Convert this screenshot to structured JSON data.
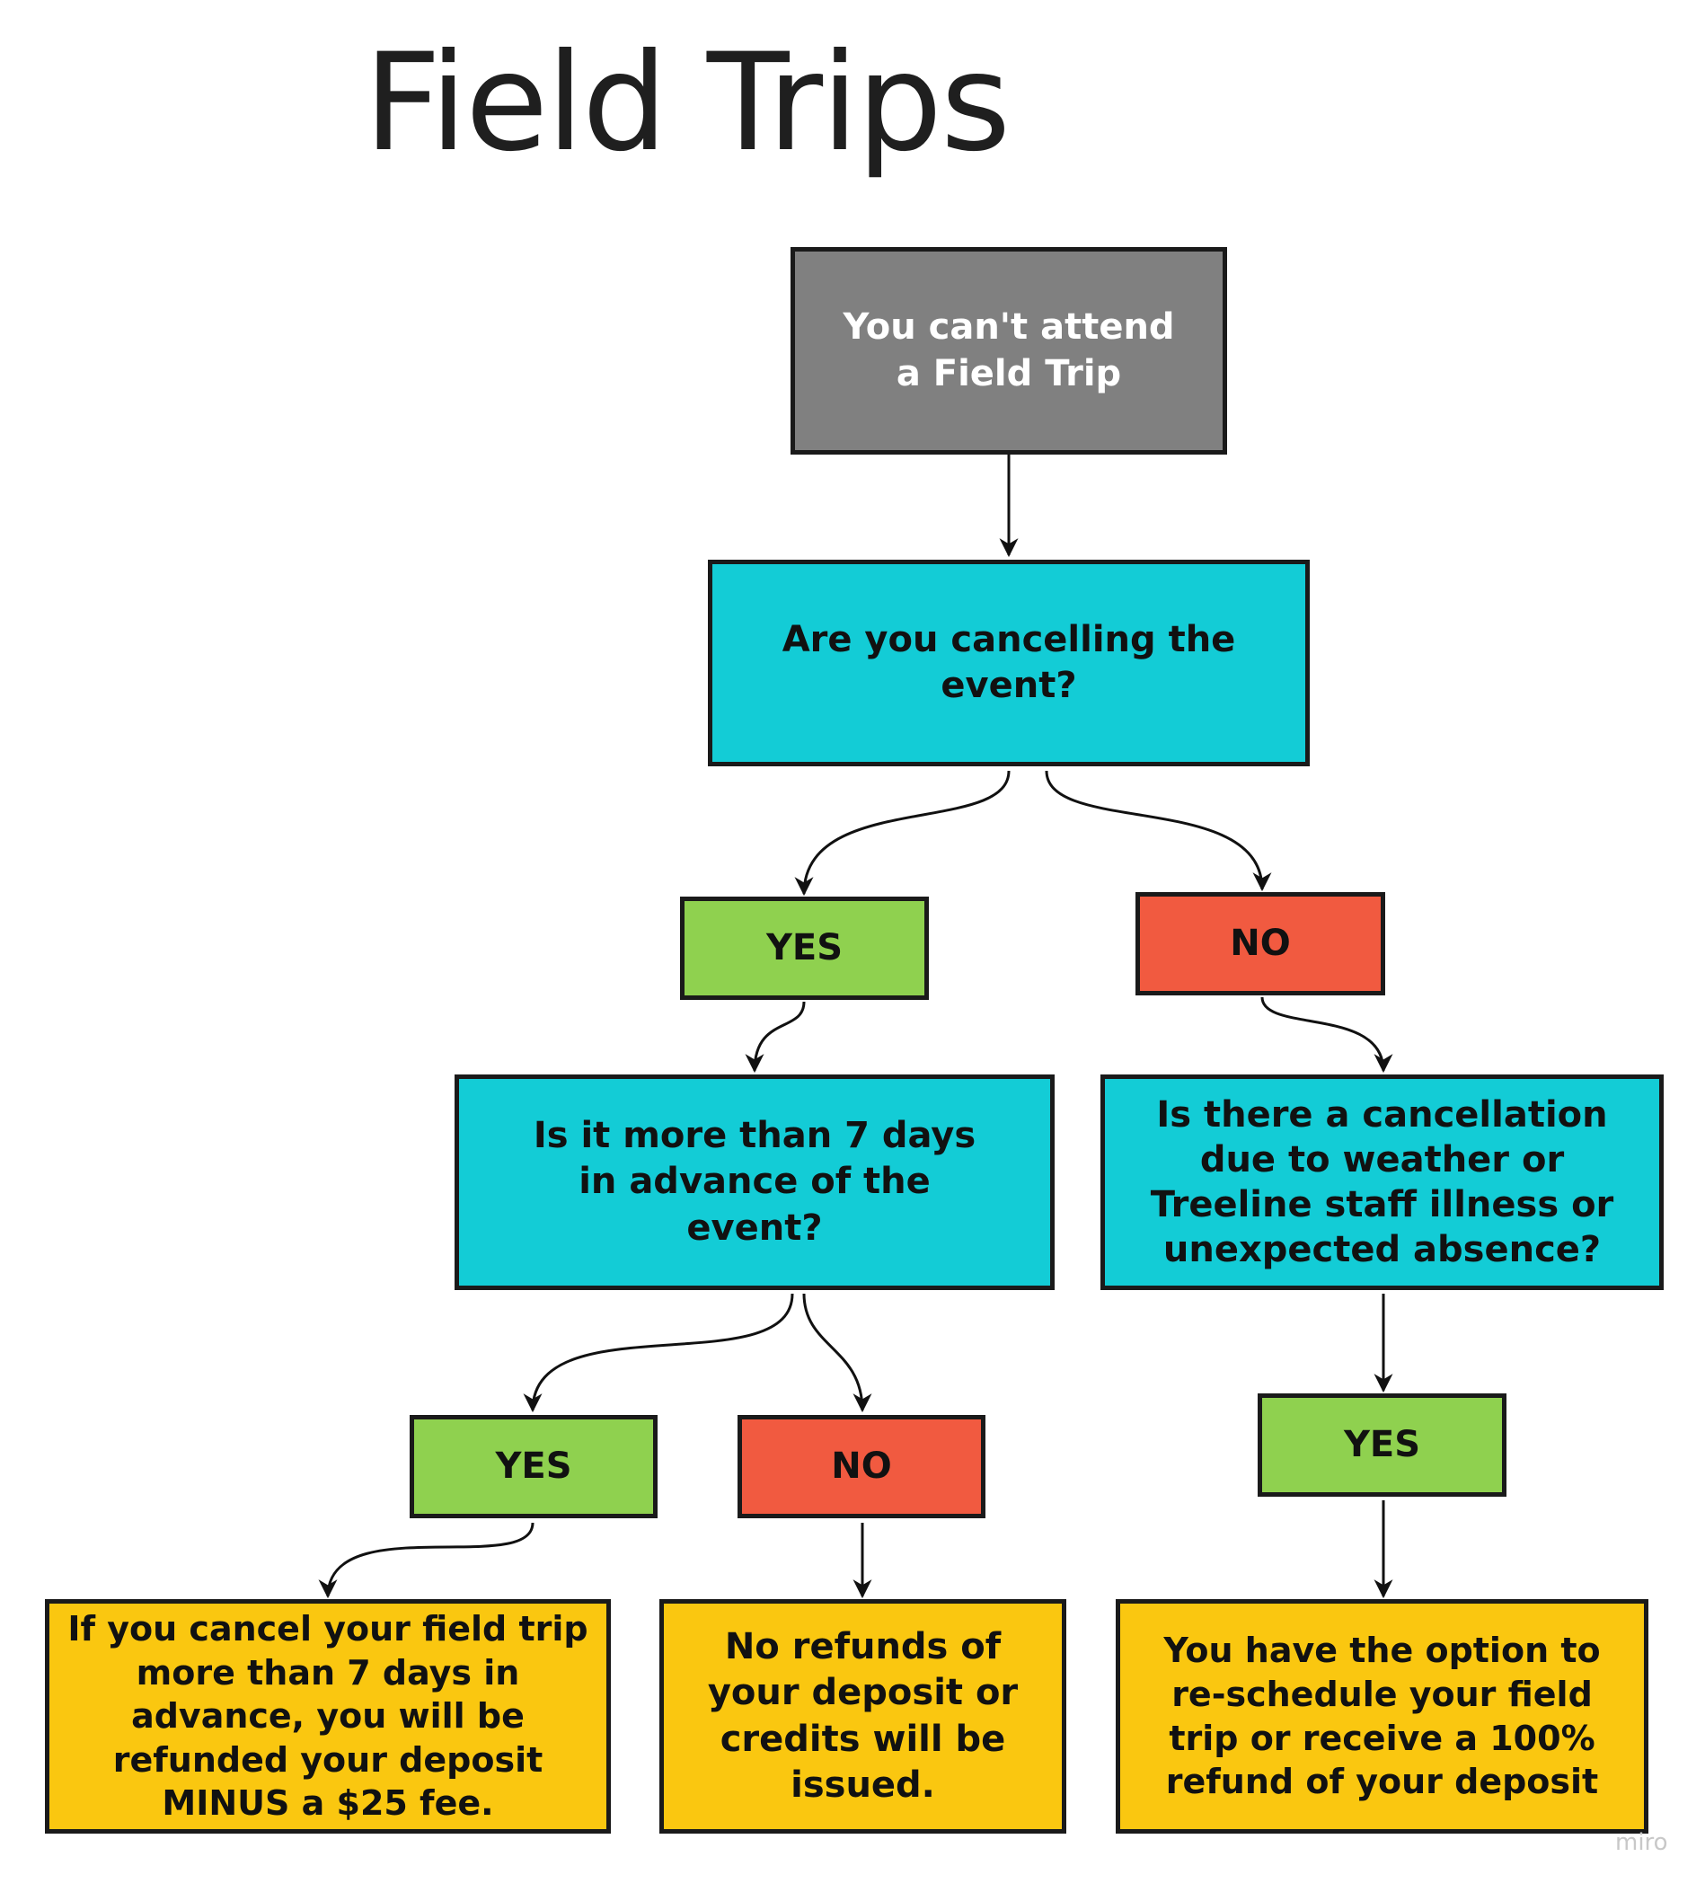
{
  "title": "Field Trips",
  "watermark": "miro",
  "colors": {
    "start": "#808080",
    "question": "#13ccd6",
    "yes": "#8fd14f",
    "no": "#f15a40",
    "outcome": "#fac710",
    "border": "#1a1a1a",
    "arrow": "#111111"
  },
  "nodes": {
    "start": {
      "text": "You can't attend a Field Trip"
    },
    "q_cancel": {
      "text": "Are you cancelling the event?"
    },
    "yes_1": {
      "text": "YES"
    },
    "no_1": {
      "text": "NO"
    },
    "q_advance": {
      "text": "Is it more than 7 days in advance of the event?"
    },
    "q_weather": {
      "text": "Is there a cancellation due to weather or Treeline staff illness or unexpected absence?"
    },
    "yes_2": {
      "text": "YES"
    },
    "no_2": {
      "text": "NO"
    },
    "yes_3": {
      "text": "YES"
    },
    "outcome_refund_minus_fee": {
      "text": "If you cancel your field trip more than 7 days in advance, you will be refunded your deposit MINUS a $25 fee."
    },
    "outcome_no_refund": {
      "text": "No refunds of your deposit or credits will be issued."
    },
    "outcome_reschedule": {
      "text": "You have the option to re-schedule your field trip or receive a 100% refund of your deposit"
    }
  },
  "edges": [
    {
      "from": "start",
      "to": "q_cancel"
    },
    {
      "from": "q_cancel",
      "to": "yes_1"
    },
    {
      "from": "q_cancel",
      "to": "no_1"
    },
    {
      "from": "yes_1",
      "to": "q_advance"
    },
    {
      "from": "no_1",
      "to": "q_weather"
    },
    {
      "from": "q_advance",
      "to": "yes_2"
    },
    {
      "from": "q_advance",
      "to": "no_2"
    },
    {
      "from": "q_weather",
      "to": "yes_3"
    },
    {
      "from": "yes_2",
      "to": "outcome_refund_minus_fee"
    },
    {
      "from": "no_2",
      "to": "outcome_no_refund"
    },
    {
      "from": "yes_3",
      "to": "outcome_reschedule"
    }
  ]
}
